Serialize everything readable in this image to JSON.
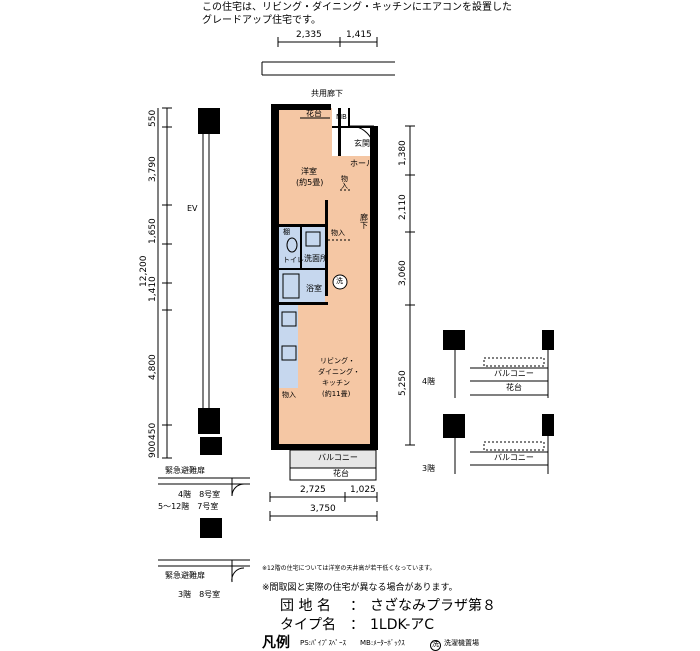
{
  "header": {
    "line1": "この住宅は、リビング・ダイニング・キッチンにエアコンを設置した",
    "line2": "グレードアップ住宅です。"
  },
  "top_dims": [
    "2,335",
    "1,415"
  ],
  "corridor_label": "共用廊下",
  "rooms": {
    "flower_stand_top": "花台",
    "mb": "MB",
    "entrance": "玄関",
    "hall": "ホール",
    "western_room": "洋室",
    "western_room_size": "(約5畳)",
    "storage1": "物入",
    "corridor": "廊下",
    "shelf": "棚",
    "storage2": "物入",
    "toilet": "トイレ",
    "washroom": "洗面所",
    "bath": "浴室",
    "washer": "洗",
    "ldk_line1": "リビング・",
    "ldk_line2": "ダイニング・",
    "ldk_line3": "キッチン",
    "ldk_size": "(約11畳)",
    "storage3": "物入",
    "balcony": "バルコニー",
    "flower_stand_bottom": "花台"
  },
  "left_dims": [
    "550",
    "3,790",
    "1,650",
    "1,410",
    "4,800",
    "900",
    "450"
  ],
  "total_height": "12,200",
  "ev_label": "EV",
  "right_dims": [
    "1,380",
    "2,110",
    "3,060",
    "5,250"
  ],
  "bottom_dims": [
    "2,725",
    "1,025",
    "3,750"
  ],
  "emergency": {
    "label1": "緊急避難扉",
    "floor_a": "4階　8号室",
    "floor_b": "5～12階　7号室",
    "label2": "緊急避難扉",
    "floor_c": "3階　8号室"
  },
  "variants": [
    {
      "floor": "4階",
      "balcony": "バルコニー",
      "flower": "花台"
    },
    {
      "floor": "3階",
      "balcony": "バルコニー"
    }
  ],
  "notes": {
    "note1": "※12階の住宅については洋室の天井高が若干低くなっています。",
    "note2": "※間取図と実際の住宅が異なる場合があります。"
  },
  "info": {
    "estate_label": "団 地 名",
    "estate_sep": "：",
    "estate_value": "さざなみプラザ第８",
    "type_label": "タイプ名",
    "type_sep": "：",
    "type_value": "1LDK-アC"
  },
  "legend": {
    "title": "凡例",
    "ps": "PS:ﾊﾟｲﾌﾟｽﾍﾟｰｽ",
    "mb": "MB:ﾒｰﾀｰﾎﾞｯｸｽ",
    "washer_symbol": "洗",
    "washer_text": "洗濯機置場"
  },
  "colors": {
    "wall": "#000000",
    "floor_peach": "#f5c7a4",
    "wet_blue": "#c6d7ee",
    "balcony_grey": "#e6e6e6"
  }
}
